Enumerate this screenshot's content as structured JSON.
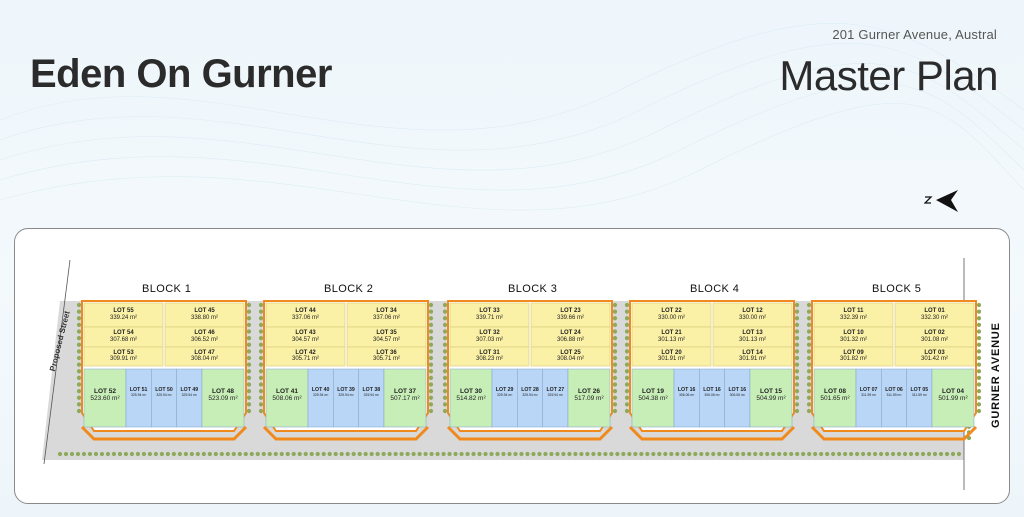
{
  "header": {
    "address": "201 Gurner Avenue, Austral",
    "estate_name": "Eden On Gurner",
    "plan_title": "Master Plan"
  },
  "map": {
    "proposed_street_label": "Proposed Street",
    "gurner_avenue_label": "GURNER AVENUE",
    "compass_icon": "north-arrow-icon",
    "colors": {
      "large_lot": "#fbf1a6",
      "corner_lot": "#c8eeb7",
      "narrow_lot": "#b9d6f7",
      "road": "#d9d9d9",
      "hedge": "#8da95a",
      "boundary": "#f08a1c"
    },
    "blocks": [
      {
        "label": "BLOCK 1",
        "rows": [
          [
            {
              "lot": "LOT 55",
              "area": "339.24 m²"
            },
            {
              "lot": "LOT 45",
              "area": "338.80 m²"
            }
          ],
          [
            {
              "lot": "LOT 54",
              "area": "307.68 m²"
            },
            {
              "lot": "LOT 46",
              "area": "306.52 m²"
            }
          ],
          [
            {
              "lot": "LOT 53",
              "area": "309.91 m²"
            },
            {
              "lot": "LOT 47",
              "area": "308.04 m²"
            }
          ]
        ],
        "bottom": [
          {
            "lot": "LOT 52",
            "area": "523.60 m²",
            "kind": "g"
          },
          {
            "lot": "LOT 51",
            "area": "325.94 m²",
            "kind": "b"
          },
          {
            "lot": "LOT 50",
            "area": "325.94 m²",
            "kind": "b"
          },
          {
            "lot": "LOT 49",
            "area": "325.94 m²",
            "kind": "b"
          },
          {
            "lot": "LOT 48",
            "area": "523.09 m²",
            "kind": "g"
          }
        ]
      },
      {
        "label": "BLOCK 2",
        "rows": [
          [
            {
              "lot": "LOT 44",
              "area": "337.06 m²"
            },
            {
              "lot": "LOT 34",
              "area": "337.06 m²"
            }
          ],
          [
            {
              "lot": "LOT 43",
              "area": "304.57 m²"
            },
            {
              "lot": "LOT 35",
              "area": "304.57 m²"
            }
          ],
          [
            {
              "lot": "LOT 42",
              "area": "305.71 m²"
            },
            {
              "lot": "LOT 36",
              "area": "305.71 m²"
            }
          ]
        ],
        "bottom": [
          {
            "lot": "LOT 41",
            "area": "508.06 m²",
            "kind": "g"
          },
          {
            "lot": "LOT 40",
            "area": "325.94 m²",
            "kind": "b"
          },
          {
            "lot": "LOT 39",
            "area": "325.94 m²",
            "kind": "b"
          },
          {
            "lot": "LOT 38",
            "area": "325.94 m²",
            "kind": "b"
          },
          {
            "lot": "LOT 37",
            "area": "507.17 m²",
            "kind": "g"
          }
        ]
      },
      {
        "label": "BLOCK 3",
        "rows": [
          [
            {
              "lot": "LOT 33",
              "area": "339.71 m²"
            },
            {
              "lot": "LOT 23",
              "area": "339.66 m²"
            }
          ],
          [
            {
              "lot": "LOT 32",
              "area": "307.03 m²"
            },
            {
              "lot": "LOT 24",
              "area": "306.88 m²"
            }
          ],
          [
            {
              "lot": "LOT 31",
              "area": "308.23 m²"
            },
            {
              "lot": "LOT 25",
              "area": "308.04 m²"
            }
          ]
        ],
        "bottom": [
          {
            "lot": "LOT 30",
            "area": "514.82 m²",
            "kind": "g"
          },
          {
            "lot": "LOT 29",
            "area": "325.94 m²",
            "kind": "b"
          },
          {
            "lot": "LOT 28",
            "area": "325.94 m²",
            "kind": "b"
          },
          {
            "lot": "LOT 27",
            "area": "325.94 m²",
            "kind": "b"
          },
          {
            "lot": "LOT 26",
            "area": "517.09 m²",
            "kind": "g"
          }
        ]
      },
      {
        "label": "BLOCK 4",
        "rows": [
          [
            {
              "lot": "LOT 22",
              "area": "330.00 m²"
            },
            {
              "lot": "LOT 12",
              "area": "330.00 m²"
            }
          ],
          [
            {
              "lot": "LOT 21",
              "area": "301.13 m²"
            },
            {
              "lot": "LOT 13",
              "area": "301.13 m²"
            }
          ],
          [
            {
              "lot": "LOT 20",
              "area": "301.91 m²"
            },
            {
              "lot": "LOT 14",
              "area": "301.91 m²"
            }
          ]
        ],
        "bottom": [
          {
            "lot": "LOT 19",
            "area": "504.38 m²",
            "kind": "g"
          },
          {
            "lot": "LOT 16",
            "area": "306.06 m²",
            "kind": "b"
          },
          {
            "lot": "LOT 16",
            "area": "306.06 m²",
            "kind": "b"
          },
          {
            "lot": "LOT 16",
            "area": "306.06 m²",
            "kind": "b"
          },
          {
            "lot": "LOT 15",
            "area": "504.99 m²",
            "kind": "g"
          }
        ]
      },
      {
        "label": "BLOCK 5",
        "rows": [
          [
            {
              "lot": "LOT 11",
              "area": "332.39 m²"
            },
            {
              "lot": "LOT 01",
              "area": "332.30 m²"
            }
          ],
          [
            {
              "lot": "LOT 10",
              "area": "301.32 m²"
            },
            {
              "lot": "LOT 02",
              "area": "301.08 m²"
            }
          ],
          [
            {
              "lot": "LOT 09",
              "area": "301.82 m²"
            },
            {
              "lot": "LOT 03",
              "area": "301.42 m²"
            }
          ]
        ],
        "bottom": [
          {
            "lot": "LOT 08",
            "area": "501.65 m²",
            "kind": "g"
          },
          {
            "lot": "LOT 07",
            "area": "311.59 m²",
            "kind": "b"
          },
          {
            "lot": "LOT 06",
            "area": "311.59 m²",
            "kind": "b"
          },
          {
            "lot": "LOT 05",
            "area": "311.59 m²",
            "kind": "b"
          },
          {
            "lot": "LOT 04",
            "area": "501.99 m²",
            "kind": "g"
          }
        ]
      }
    ]
  }
}
